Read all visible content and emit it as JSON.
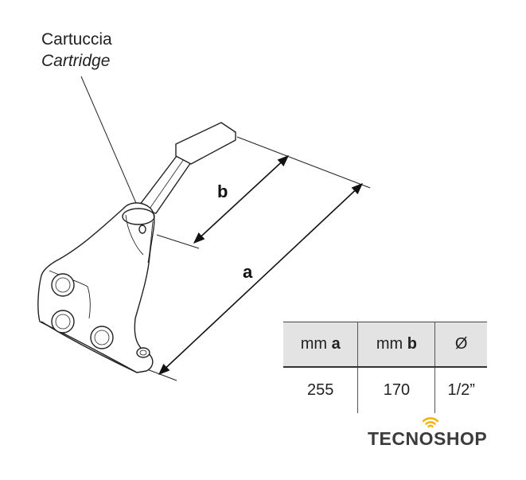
{
  "callout": {
    "label_it": "Cartuccia",
    "label_en": "Cartridge"
  },
  "dimensions": {
    "a_label": "a",
    "b_label": "b"
  },
  "table": {
    "headers": [
      {
        "prefix": "mm ",
        "bold": "a"
      },
      {
        "prefix": "mm ",
        "bold": "b"
      },
      {
        "prefix": "Ø",
        "bold": ""
      }
    ],
    "rows": [
      [
        "255",
        "170",
        "1/2”"
      ]
    ]
  },
  "brand": {
    "part1": "TECN",
    "part2": "O",
    "part3": "SHOP",
    "accent_color": "#f2b300",
    "text_color": "#3c3c3c"
  },
  "icons": {
    "brand_signal": "wifi-signal-icon"
  }
}
